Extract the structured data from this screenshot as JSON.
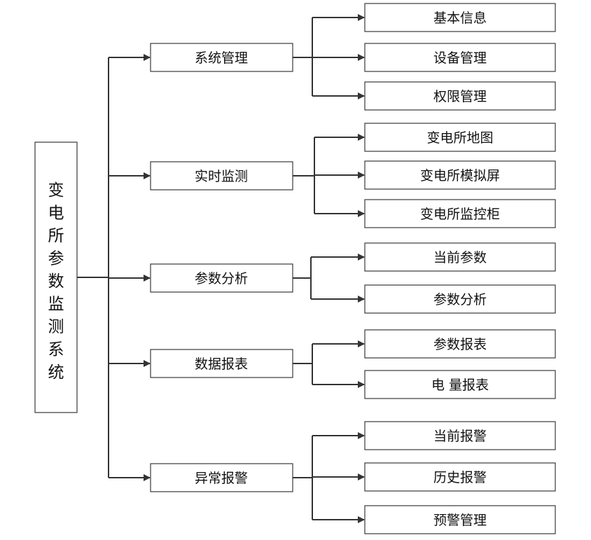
{
  "root": {
    "label": "变电所参数监测系统"
  },
  "modules": [
    {
      "label": "系统管理",
      "children": [
        "基本信息",
        "设备管理",
        "权限管理"
      ]
    },
    {
      "label": "实时监测",
      "children": [
        "变电所地图",
        "变电所模拟屏",
        "变电所监控柜"
      ]
    },
    {
      "label": "参数分析",
      "children": [
        "当前参数",
        "参数分析"
      ]
    },
    {
      "label": "数据报表",
      "children": [
        "参数报表",
        "电 量报表"
      ]
    },
    {
      "label": "异常报警",
      "children": [
        "当前报警",
        "历史报警",
        "预警管理"
      ]
    }
  ],
  "colors": {
    "line": "#333333",
    "box_border": "#3a3a3a",
    "text": "#111111"
  },
  "icons": {
    "connector": "arrow-right"
  }
}
